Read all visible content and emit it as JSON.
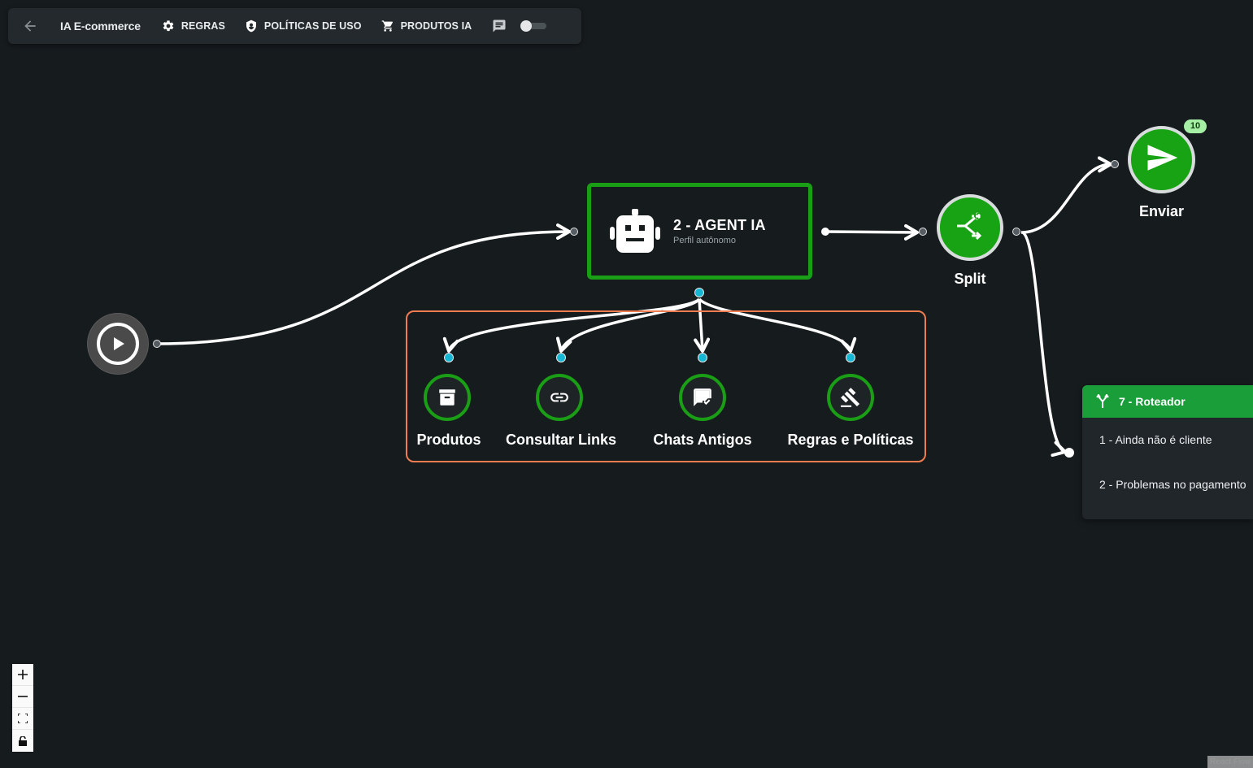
{
  "toolbar": {
    "back_icon": "arrow-left-icon",
    "title": "IA E-commerce",
    "buttons": [
      {
        "label": "REGRAS",
        "icon": "gear-icon"
      },
      {
        "label": "POLÍTICAS DE USO",
        "icon": "shield-icon"
      },
      {
        "label": "PRODUTOS IA",
        "icon": "cart-icon"
      }
    ],
    "chat_icon": "chat-icon",
    "toggle_on": false
  },
  "nodes": {
    "start": {
      "icon": "play-icon"
    },
    "agent": {
      "title": "2 - AGENT IA",
      "subtitle": "Perfil autônomo",
      "icon": "robot-icon",
      "border_color": "#1a9e16"
    },
    "tools": [
      {
        "label": "Produtos",
        "icon": "archive-icon"
      },
      {
        "label": "Consultar Links",
        "icon": "link-icon"
      },
      {
        "label": "Chats Antigos",
        "icon": "chat-check-icon"
      },
      {
        "label": "Regras e Políticas",
        "icon": "gavel-icon"
      }
    ],
    "split": {
      "label": "Split",
      "icon": "split-icon"
    },
    "send": {
      "label": "Enviar",
      "icon": "send-icon",
      "badge": "10"
    },
    "router": {
      "title": "7 - Roteador",
      "icon": "fork-icon",
      "options": [
        "1 - Ainda não é cliente",
        "2 - Problemas no pagamento"
      ]
    }
  },
  "colors": {
    "background": "#161b1e",
    "node_green": "#18a314",
    "tools_group_border": "#f07c52",
    "router_header": "#1a9e3a",
    "handle_cyan": "#16b7d4"
  },
  "controls": [
    "zoom-in-icon",
    "zoom-out-icon",
    "fit-view-icon",
    "lock-icon"
  ],
  "attribution": "React Flow"
}
